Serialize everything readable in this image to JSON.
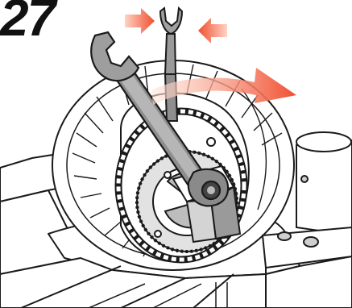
{
  "step": {
    "number": "27"
  },
  "colors": {
    "line": "#1a1a1a",
    "paper": "#ffffff",
    "wrench": "#8e8e8e",
    "wrench_dark": "#5f5f5f",
    "gear": "#d9d9d9",
    "metal": "#bdbdbd",
    "arrow_start": "#ffe2d6",
    "arrow_end": "#f05032"
  },
  "icons": [
    "engine-housing",
    "cooling-fan-wheel",
    "drive-chain",
    "sprocket",
    "holding-wrench",
    "loosening-wrench",
    "squeeze-arrows",
    "rotation-arrow",
    "motor-cylinder"
  ]
}
